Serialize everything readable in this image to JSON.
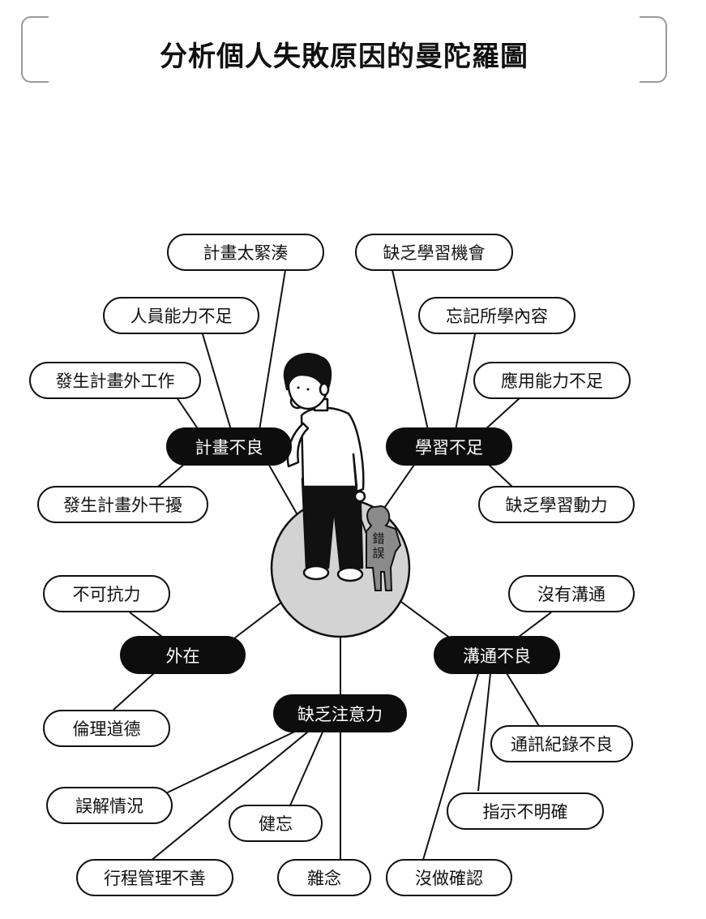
{
  "title": "分析個人失敗原因的曼陀羅圖",
  "categories": {
    "planning": "計畫不良",
    "learning": "學習不足",
    "external": "外在",
    "communication": "溝通不良",
    "attention": "缺乏注意力"
  },
  "causes": {
    "planning": [
      "計畫太緊湊",
      "人員能力不足",
      "發生計畫外工作",
      "發生計畫外干擾"
    ],
    "learning": [
      "缺乏學習機會",
      "忘記所學內容",
      "應用能力不足",
      "缺乏學習動力"
    ],
    "external": [
      "不可抗力",
      "倫理道德"
    ],
    "communication": [
      "沒有溝通",
      "通訊紀錄不良",
      "指示不明確",
      "沒做確認"
    ],
    "attention": [
      "誤解情況",
      "健忘",
      "行程管理不善",
      "雜念"
    ]
  },
  "figure": {
    "error_label": [
      "錯",
      "誤"
    ]
  },
  "colors": {
    "category_fill": "#0d0d0d",
    "hub_fill": "#d3d3d3",
    "line": "#111111"
  }
}
